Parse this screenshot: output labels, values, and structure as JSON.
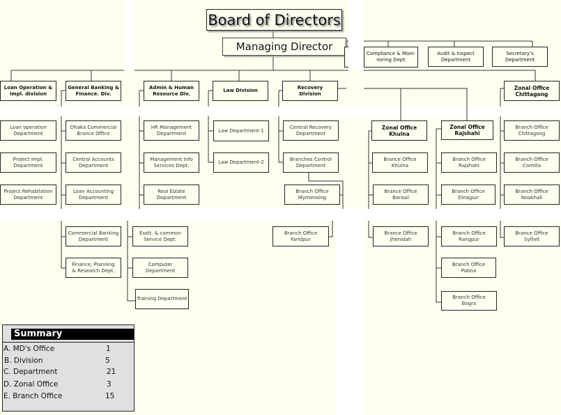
{
  "board": "Board of Directors",
  "md": "Managing Director",
  "md_units": {
    "compliance": "Compliance & Moni-\n-toring Dept.",
    "audit": "Audit & Inspect\nDepartment",
    "secretary": "Secretary's\nDepartment"
  },
  "divisions": {
    "loan_op": "Loan Operation &\nimpl. division",
    "gen_bank": "General Banking &\nFinance. Div.",
    "admin": "Admin & Human\nResource Div.",
    "law": "Law Division",
    "recovery": "Recovery\nDivision"
  },
  "zones": {
    "khulna": "Zonal Office\nKhulna",
    "rajshahi": "Zonal Office\nRajshahi",
    "chittagong": "Zonal Office\nChittagong"
  },
  "units": {
    "loan_op_dept": "Loan operation\nDepartment",
    "project_impl": "Project Impl.\nDepartment",
    "project_rehab": "Project Rehabilation\nDepartment",
    "dhaka_comm": "Dhaka Commercial\nBrance Office",
    "central_acc": "Central Accounts\nDepartment",
    "loan_acc": "Loan Accounting\nDepartment",
    "comm_bank": "Commercial Banking\nDepartment",
    "finance_plan": "Finance, Planning\n& Research Dept.",
    "hr": "HR Management\nDepartment",
    "mis": "Management Info\nServices Dept.",
    "real_estate": "Real Estate\nDepartment",
    "esstt": "Esstt. & common\nService Dept.",
    "computer": "Computer\nDepartment",
    "training": "Training Department",
    "law1": "Law Department-1",
    "law2": "Law Department-2",
    "central_recovery": "Central Recovery\nDepartment",
    "branches_control": "Branches Control\nDepartment",
    "mymensing": "Branch Office\nMymensing",
    "faridpur": "Branch Office\nFaridpur",
    "khulna_b": "Brance Office\nKhulna",
    "barisal": "Brance Office\nBarisal",
    "jhenidah": "Brance Office\nJhenidah",
    "rajshahi_b": "Branch Office\nRajshahi",
    "dinajpur": "Branch Office\nDinajpur",
    "rangpur": "Branch Office\nRangpur",
    "pabna": "Branch Office\nPabna",
    "bogra": "Branch Office\nBogra",
    "chittagong_b": "Branch Office\nChittagong",
    "comilla": "Branch Office\nComilla",
    "noakhali": "Branch Office\nNoakhali",
    "sylhet": "Brance Office\nSylhet"
  },
  "summary": {
    "title": "Summary",
    "rows": [
      {
        "label": "A. MD's Office",
        "value": "1"
      },
      {
        "label": "B. Division",
        "value": "5"
      },
      {
        "label": "C. Department",
        "value": "21"
      },
      {
        "label": "D. Zonal Office",
        "value": "3"
      },
      {
        "label": "E. Branch Office",
        "value": "15"
      }
    ]
  }
}
